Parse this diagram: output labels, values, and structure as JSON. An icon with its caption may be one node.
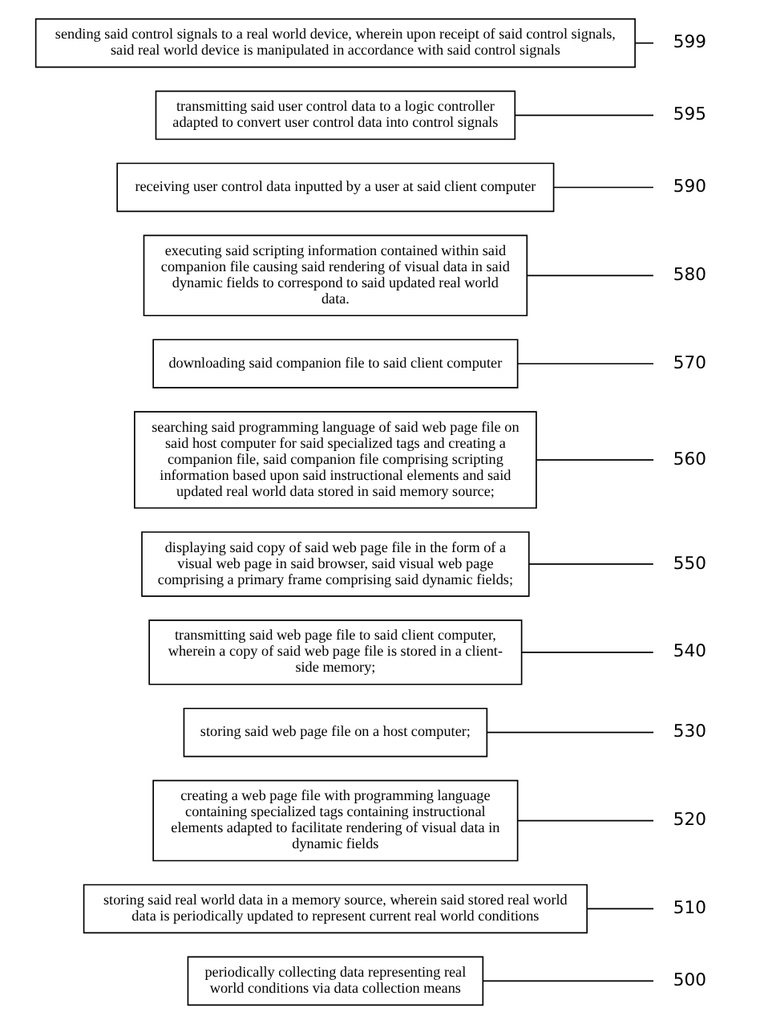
{
  "diagram": {
    "nodes": [
      {
        "text": [
          "periodically collecting data representing real world conditions via data collection means"
        ]
      },
      {
        "text": [
          "500"
        ]
      },
      {
        "text": [
          "storing said real world data in a memory source, wherein said stored real world data is periodically updated to represent current real world conditions"
        ]
      },
      {
        "text": [
          "510"
        ]
      },
      {
        "text": [
          "creating a web page file with programming language containing specialized tags containing instructional elements adapted to facilitate rendering of visual data in dynamic fields"
        ]
      },
      {
        "text": [
          "520"
        ]
      },
      {
        "text": [
          "storing said web page file on a host computer;"
        ]
      },
      {
        "text": [
          "530"
        ]
      },
      {
        "text": [
          "transmitting said web page file to said client computer, wherein a copy of said web page file is stored in a client-side memory;"
        ]
      },
      {
        "text": [
          "540"
        ]
      },
      {
        "text": [
          "displaying said copy of said web page file in the form of a visual web page in said browser, said visual web page comprising a primary frame comprising said dynamic fields;"
        ]
      },
      {
        "text": [
          "550"
        ]
      },
      {
        "text": [
          "searching said programming language of said web page file on said host computer for said specialized tags and creating a companion file, said companion file comprising scripting information based upon said instructional elements and said updated real world data stored in said memory source;"
        ]
      },
      {
        "text": [
          "560"
        ]
      },
      {
        "text": [
          "downloading said companion file to said client computer"
        ]
      },
      {
        "text": [
          "570"
        ]
      },
      {
        "text": [
          "executing said scripting information contained within said companion file causing said rendering of visual data in said dynamic fields to correspond to said updated real world data."
        ]
      },
      {
        "text": [
          "580"
        ]
      },
      {
        "text": [
          "receiving user control data inputted by a user at said client computer"
        ]
      },
      {
        "text": [
          "590"
        ]
      },
      {
        "text": [
          "transmitting said user control data to a logic controller adapted to convert user control data into control signals"
        ]
      },
      {
        "text": [
          "595"
        ]
      },
      {
        "text": [
          "sending said control signals to a real world device, wherein upon receipt of said control signals, said real world device is manipulated in accordance with said control signals"
        ]
      },
      {
        "text": [
          "599"
        ]
      }
    ],
    "edges": [
      {
        "from": 0,
        "to": 1,
        "arrow": "none"
      },
      {
        "from": 2,
        "to": 3,
        "arrow": "none"
      },
      {
        "from": 4,
        "to": 5,
        "arrow": "none"
      },
      {
        "from": 6,
        "to": 7,
        "arrow": "none"
      },
      {
        "from": 8,
        "to": 9,
        "arrow": "none"
      },
      {
        "from": 10,
        "to": 11,
        "arrow": "none"
      },
      {
        "from": 12,
        "to": 13,
        "arrow": "none"
      },
      {
        "from": 14,
        "to": 15,
        "arrow": "none"
      },
      {
        "from": 16,
        "to": 17,
        "arrow": "none"
      },
      {
        "from": 18,
        "to": 19,
        "arrow": "none"
      },
      {
        "from": 20,
        "to": 21,
        "arrow": "none"
      },
      {
        "from": 22,
        "to": 23,
        "arrow": "none"
      }
    ]
  }
}
